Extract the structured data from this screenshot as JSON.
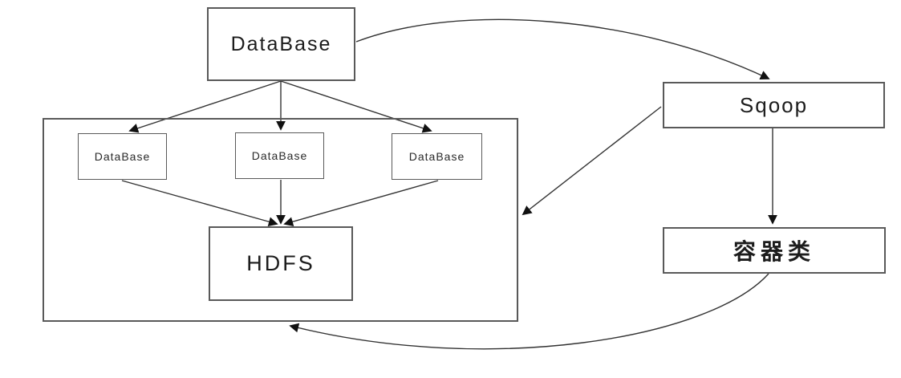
{
  "diagram": {
    "colors": {
      "background": "#ffffff",
      "box_border": "#595959",
      "connector": "#333333",
      "arrowhead": "#111111",
      "text": "#1c1c1c"
    },
    "nodes": {
      "database_main": {
        "label": "DataBase"
      },
      "database_child_1": {
        "label": "DataBase"
      },
      "database_child_2": {
        "label": "DataBase"
      },
      "database_child_3": {
        "label": "DataBase"
      },
      "hdfs": {
        "label": "HDFS"
      },
      "sqoop": {
        "label": "Sqoop"
      },
      "container_class": {
        "label": "容器类"
      }
    },
    "edges": [
      {
        "from": "database_main",
        "to": "database_child_1",
        "shape": "straight"
      },
      {
        "from": "database_main",
        "to": "database_child_2",
        "shape": "straight"
      },
      {
        "from": "database_main",
        "to": "database_child_3",
        "shape": "straight"
      },
      {
        "from": "database_child_1",
        "to": "hdfs",
        "shape": "straight"
      },
      {
        "from": "database_child_2",
        "to": "hdfs",
        "shape": "straight"
      },
      {
        "from": "database_child_3",
        "to": "hdfs",
        "shape": "straight"
      },
      {
        "from": "database_main",
        "to": "sqoop",
        "shape": "curved"
      },
      {
        "from": "sqoop",
        "to": "cluster_container",
        "shape": "straight"
      },
      {
        "from": "sqoop",
        "to": "container_class",
        "shape": "straight"
      },
      {
        "from": "container_class",
        "to": "cluster_container",
        "shape": "curved"
      }
    ]
  }
}
